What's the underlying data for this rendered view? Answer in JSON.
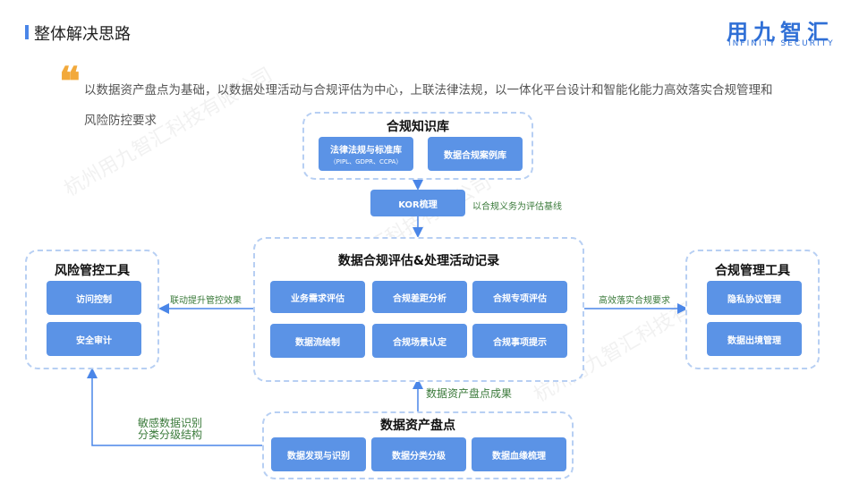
{
  "page": {
    "title": "整体解决思路"
  },
  "logo": {
    "cn": "用九智汇",
    "en": "INFINITY SECURITY"
  },
  "intro": {
    "quote_mark": "❝",
    "line1": "以数据资产盘点为基础，以数据处理活动与合规评估为中心，上联法律法规，以一体化平台设计和智能化能力高效落实合规管理和",
    "line2": "风险防控要求"
  },
  "watermark": "杭州用九智汇科技有限公司",
  "knowledge_base": {
    "title": "合规知识库",
    "items": [
      {
        "label": "法律法规与标准库",
        "sub": "（PIPL、GDPR、CCPA）"
      },
      {
        "label": "数据合规案例库"
      }
    ]
  },
  "kor": {
    "label": "KOR梳理",
    "note": "以合规义务为评估基线"
  },
  "center": {
    "title": "数据合规评估&处理活动记录",
    "items": [
      "业务需求评估",
      "合规差距分析",
      "合规专项评估",
      "数据流绘制",
      "合规场景认定",
      "合规事项提示"
    ]
  },
  "risk_tools": {
    "title": "风险管控工具",
    "items": [
      "访问控制",
      "安全审计"
    ],
    "edge_label": "联动提升管控效果"
  },
  "compliance_tools": {
    "title": "合规管理工具",
    "items": [
      "隐私协议管理",
      "数据出境管理"
    ],
    "edge_label": "高效落实合规要求"
  },
  "inventory": {
    "title": "数据资产盘点",
    "items": [
      "数据发现与识别",
      "数据分类分级",
      "数据血缘梳理"
    ],
    "edge_label": "数据资产盘点成果",
    "side_label_1": "敏感数据识别",
    "side_label_2": "分类分级结构"
  },
  "colors": {
    "accent": "#4a86e8",
    "box": "#5b93e6",
    "dashed": "#b7cff3",
    "quote": "#f2a93b"
  }
}
